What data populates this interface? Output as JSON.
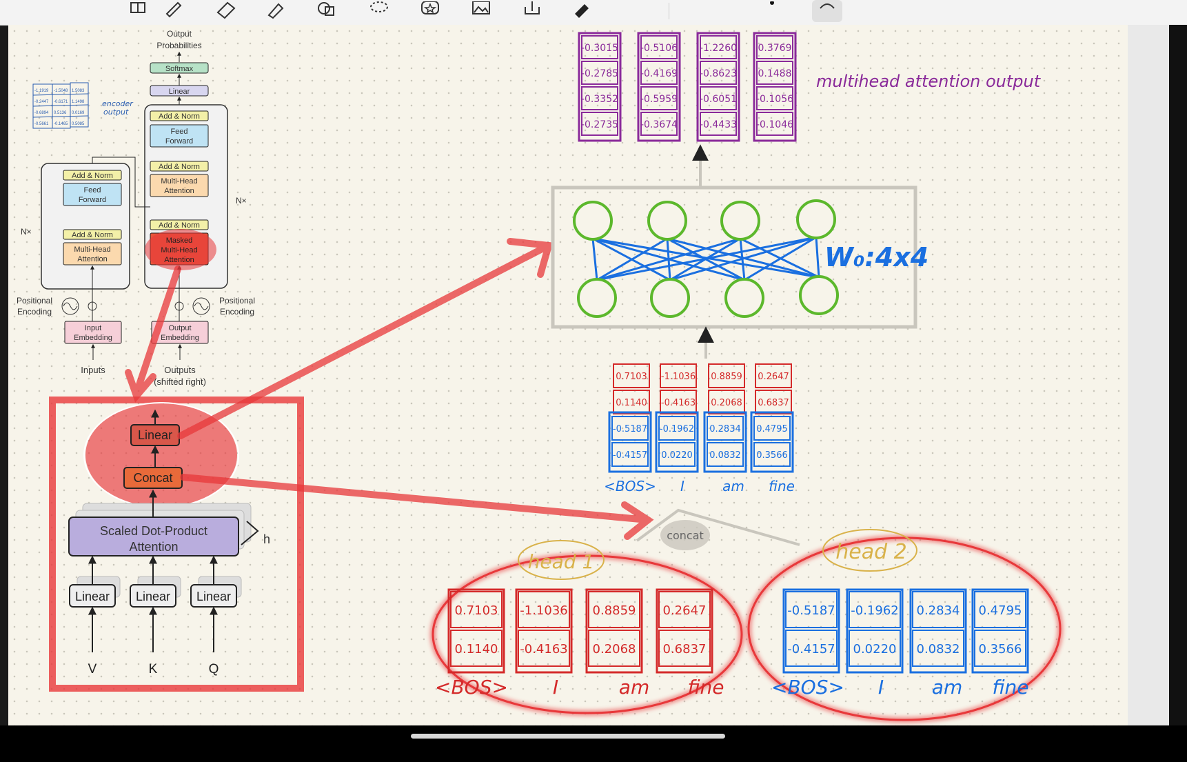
{
  "toolbar": {
    "tools": [
      "grid-tool",
      "pen-tool",
      "eraser-tool",
      "highlighter-tool",
      "shapes-tool",
      "lasso-tool",
      "sticker-tool",
      "image-tool",
      "export-tool",
      "marker-tool"
    ]
  },
  "transformer": {
    "output_prob_1": "Output",
    "output_prob_2": "Probabilities",
    "softmax": "Softmax",
    "linear": "Linear",
    "add_norm": "Add & Norm",
    "feed_1": "Feed",
    "feed_2": "Forward",
    "mha_1": "Multi-Head",
    "mha_2": "Attention",
    "masked_1": "Masked",
    "masked_2": "Multi-Head",
    "masked_3": "Attention",
    "nx": "N×",
    "pos_1": "Positional",
    "pos_2": "Encoding",
    "input_emb_1": "Input",
    "input_emb_2": "Embedding",
    "output_emb_1": "Output",
    "output_emb_2": "Embedding",
    "inputs": "Inputs",
    "outputs_1": "Outputs",
    "outputs_2": "(shifted right)",
    "encoder_note_1": "encoder",
    "encoder_note_2": "output",
    "encoder_matrix": [
      [
        "-1.1919",
        "-1.5048",
        "1.5083"
      ],
      [
        "-0.2447",
        "-0.6171",
        "1.1498"
      ],
      [
        "-0.6894",
        "0.5136",
        "0.0169"
      ],
      [
        "-0.5661",
        "-0.1465",
        "0.5085"
      ]
    ]
  },
  "mha_block": {
    "linear_top": "Linear",
    "concat": "Concat",
    "sdpa_1": "Scaled Dot-Product",
    "sdpa_2": "Attention",
    "h": "h",
    "linear_v": "Linear",
    "linear_k": "Linear",
    "linear_q": "Linear",
    "v": "V",
    "k": "K",
    "q": "Q"
  },
  "output_matrix": {
    "label": "multihead attention output",
    "columns": [
      [
        "-0.3015",
        "-0.2785",
        "-0.3352",
        "-0.2735"
      ],
      [
        "-0.5106",
        "-0.4169",
        "-0.5959",
        "-0.3674"
      ],
      [
        "-1.2260",
        "-0.8623",
        "-0.6051",
        "-0.4433"
      ],
      [
        "0.3769",
        "0.1488",
        "-0.1056",
        "-0.1046"
      ]
    ]
  },
  "wo": {
    "label": "W₀:4x4"
  },
  "concat_stack": {
    "head1_values": [
      [
        "0.7103",
        "0.1140"
      ],
      [
        "-1.1036",
        "-0.4163"
      ],
      [
        "0.8859",
        "0.2068"
      ],
      [
        "0.2647",
        "0.6837"
      ]
    ],
    "head2_values": [
      [
        "-0.5187",
        "-0.4157"
      ],
      [
        "-0.1962",
        "0.0220"
      ],
      [
        "0.2834",
        "0.0832"
      ],
      [
        "0.4795",
        "0.3566"
      ]
    ],
    "tokens": [
      "<BOS>",
      "I",
      "am",
      "fine"
    ],
    "concat_label": "concat"
  },
  "head1": {
    "label": "head 1",
    "values": [
      [
        "0.7103",
        "0.1140"
      ],
      [
        "-1.1036",
        "-0.4163"
      ],
      [
        "0.8859",
        "0.2068"
      ],
      [
        "0.2647",
        "0.6837"
      ]
    ],
    "tokens": [
      "<BOS>",
      "I",
      "am",
      "fine"
    ]
  },
  "head2": {
    "label": "head 2",
    "values": [
      [
        "-0.5187",
        "-0.4157"
      ],
      [
        "-0.1962",
        "0.0220"
      ],
      [
        "0.2834",
        "0.0832"
      ],
      [
        "0.4795",
        "0.3566"
      ]
    ],
    "tokens": [
      "<BOS>",
      "I",
      "am",
      "fine"
    ]
  },
  "colors": {
    "red_ink": "#d42a2a",
    "blue_ink": "#1a6fe0",
    "purple_ink": "#8a2a9a",
    "green_node": "#5cb82c",
    "highlight_red": "#e8383a",
    "gold_ink": "#d9b24a"
  }
}
